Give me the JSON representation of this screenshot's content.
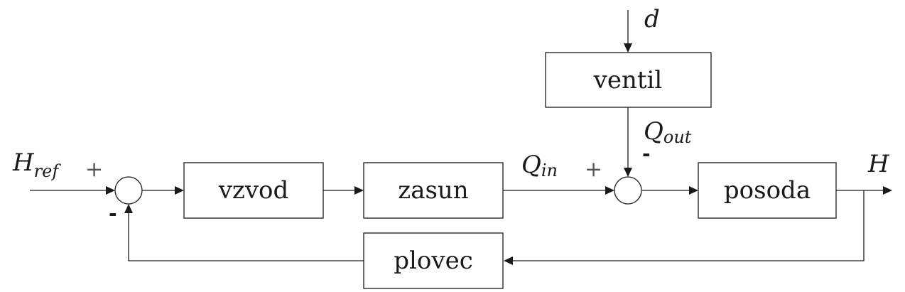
{
  "blocks": {
    "vzvod": "vzvod",
    "zasun": "zasun",
    "posoda": "posoda",
    "ventil": "ventil",
    "plovec": "plovec"
  },
  "signals": {
    "h_ref_main": "H",
    "h_ref_sub": "ref",
    "q_in_main": "Q",
    "q_in_sub": "in",
    "q_out_main": "Q",
    "q_out_sub": "out",
    "d": "d",
    "h_out": "H"
  },
  "signs": {
    "sum1_plus": "+",
    "sum1_minus": "-",
    "sum2_plus": "+",
    "sum2_minus": "-"
  }
}
